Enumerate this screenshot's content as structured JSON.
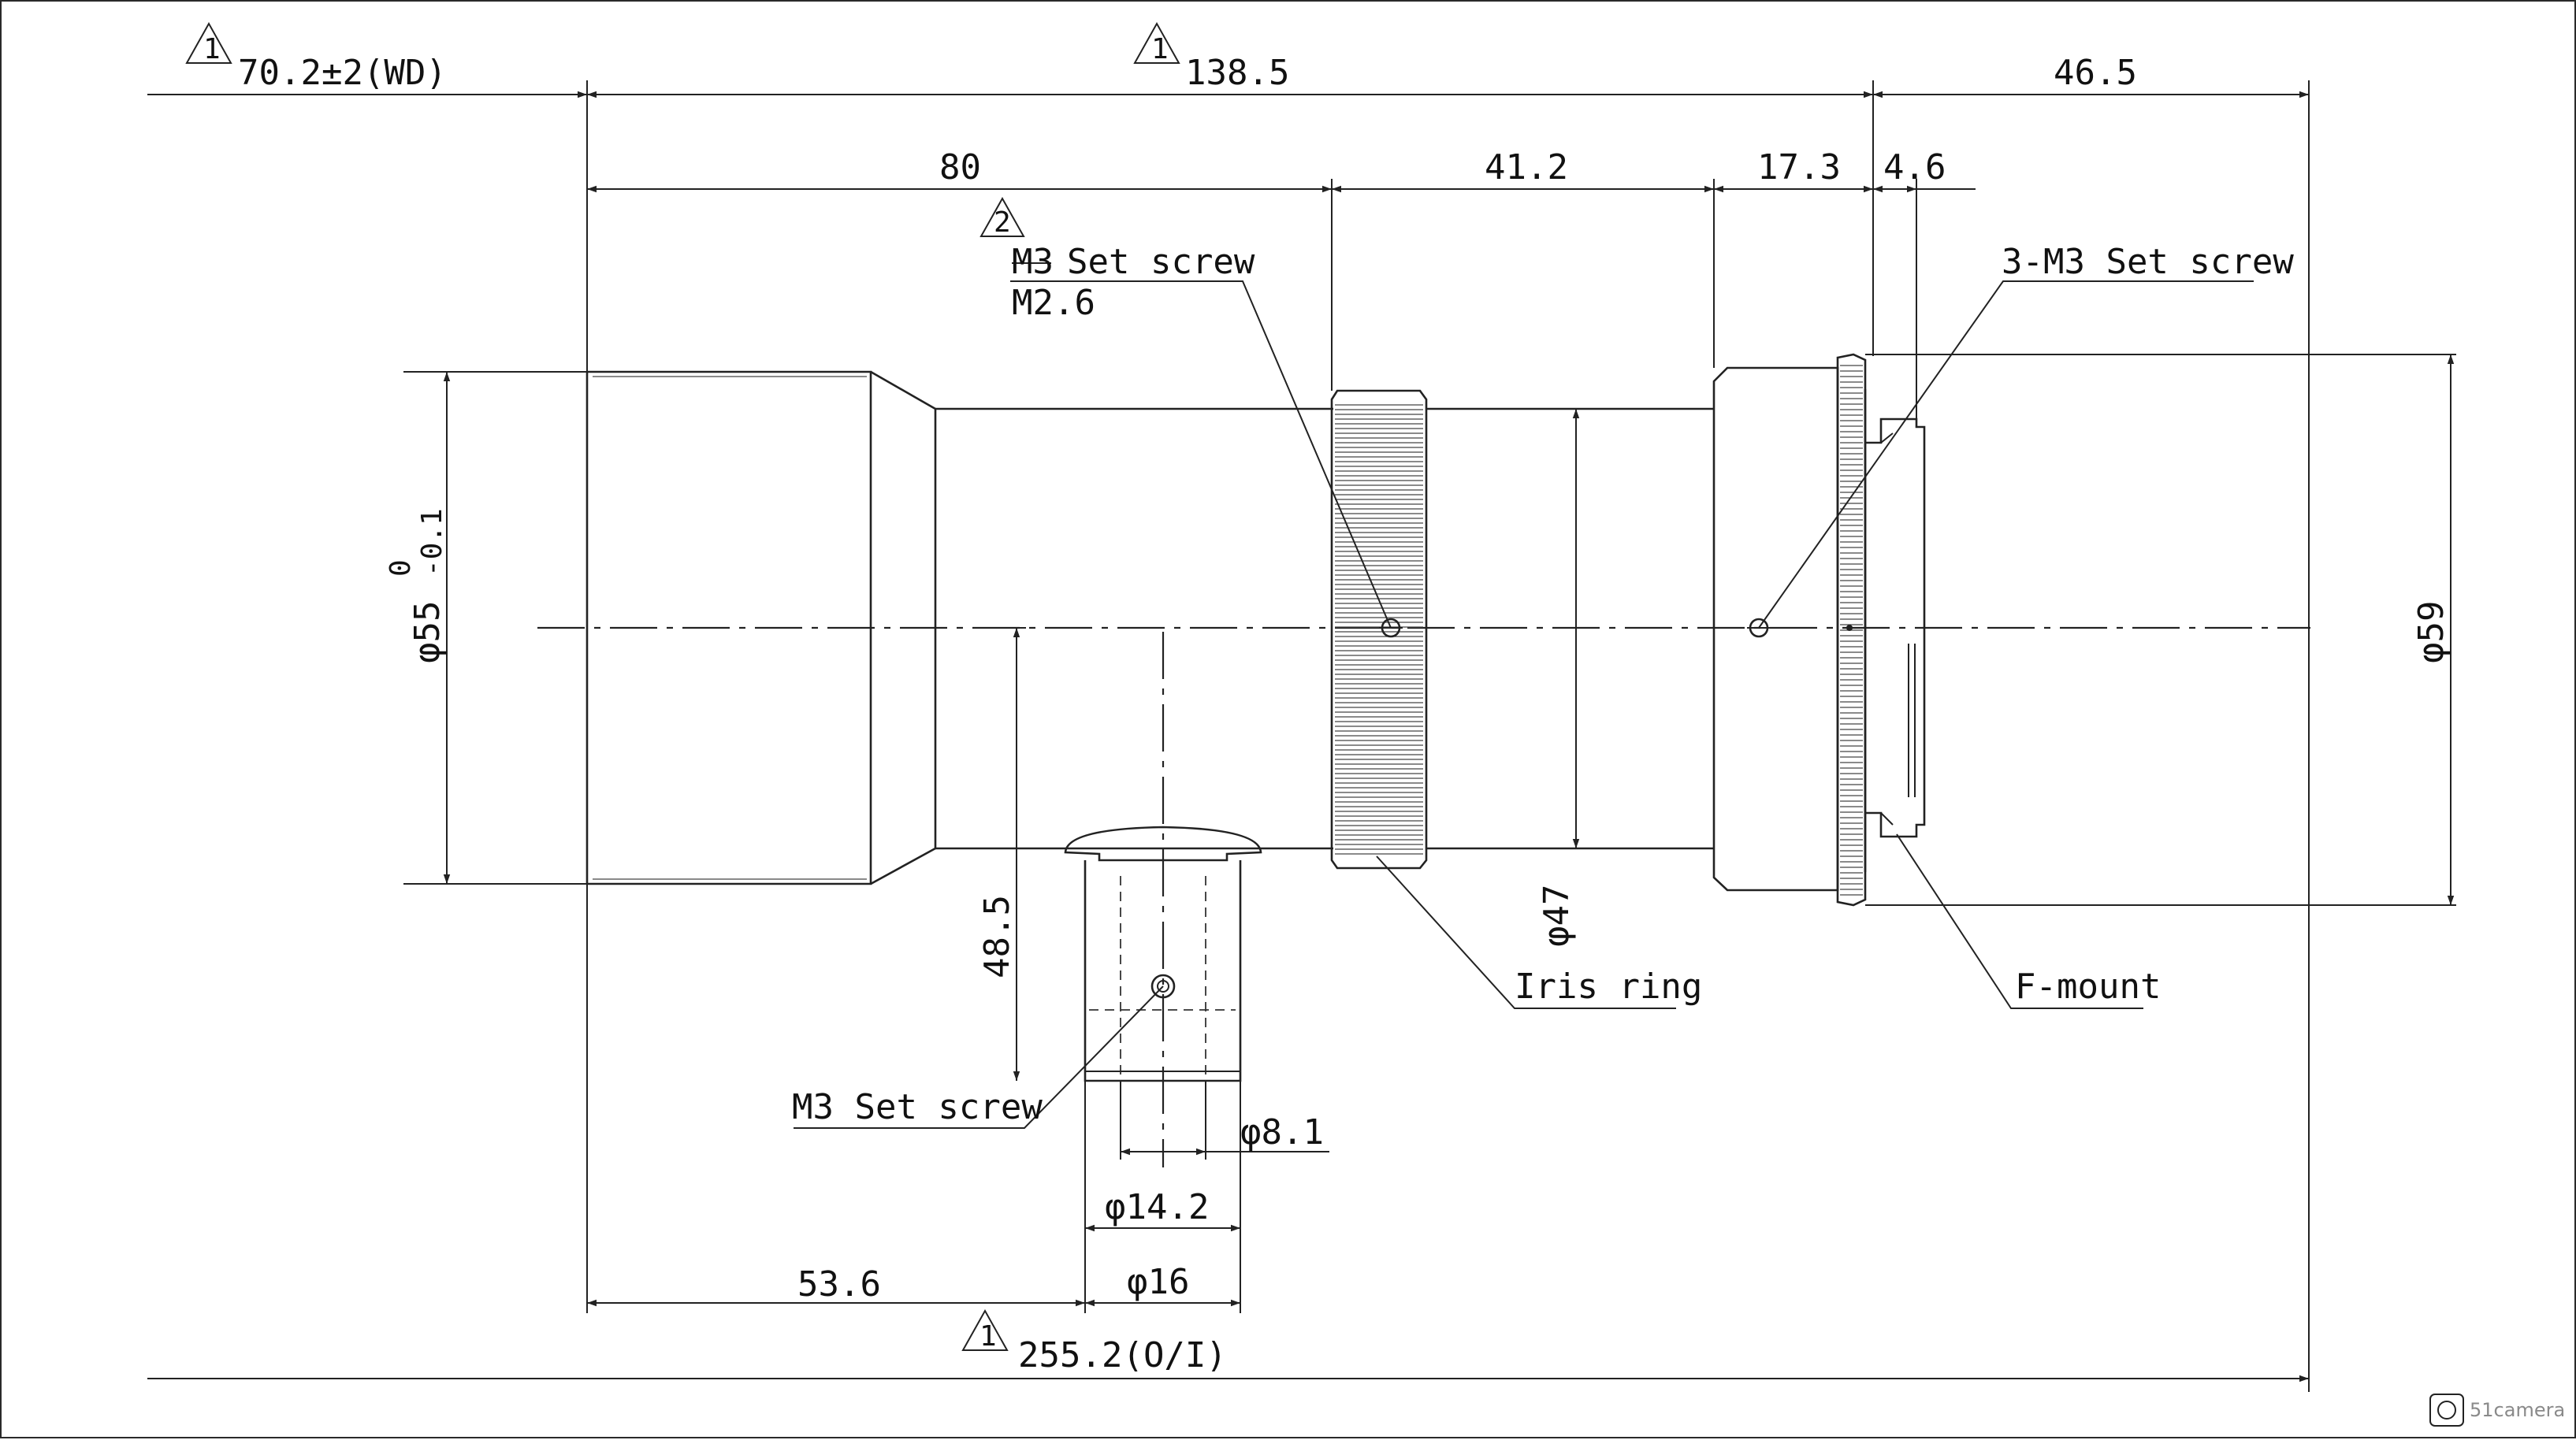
{
  "dimensions": {
    "wd": "70.2±2(WD)",
    "length_total": "138.5",
    "flange": "46.5",
    "seg_80": "80",
    "seg_41_2": "41.2",
    "seg_17_3": "17.3",
    "seg_4_6": "4.6",
    "dia_55": "φ55",
    "dia_55_tol_upper": "0",
    "dia_55_tol_lower": "-0.1",
    "dia_47": "φ47",
    "dia_59": "φ59",
    "height_48_5": "48.5",
    "dia_8_1": "φ8.1",
    "dia_14_2": "φ14.2",
    "dia_16": "φ16",
    "seg_53_6": "53.6",
    "oi": "255.2(O/I)"
  },
  "revision_marks": {
    "rev1": "1",
    "rev2": "2"
  },
  "callouts": {
    "iris_screw_old": "M3",
    "iris_screw_suffix": "Set screw",
    "iris_screw_new": "M2.6",
    "mount_screw": "3-M3 Set screw",
    "side_screw": "M3 Set screw",
    "iris_ring": "Iris ring",
    "f_mount": "F-mount"
  },
  "watermark": "51camera"
}
